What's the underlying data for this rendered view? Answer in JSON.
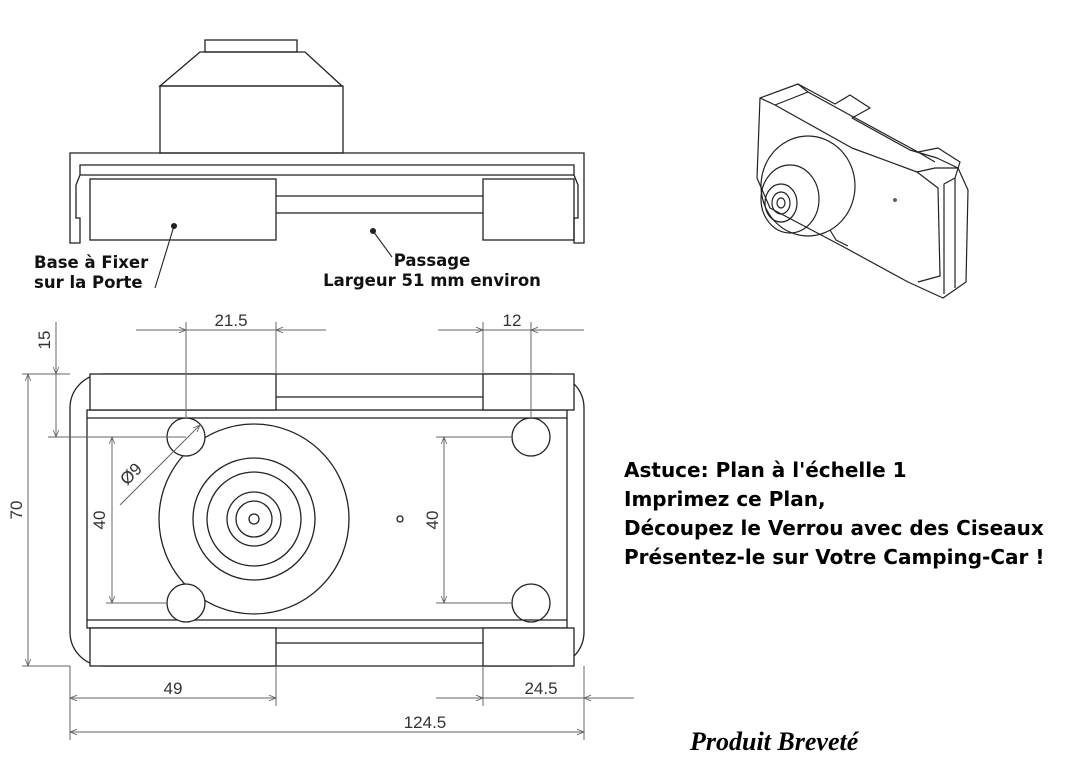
{
  "annotations": {
    "base_line1": "Base à Fixer",
    "base_line2": "sur la Porte",
    "passage_line1": "Passage",
    "passage_line2": "Largeur 51 mm environ"
  },
  "dimensions": {
    "d15": "15",
    "d21_5": "21.5",
    "d12": "12",
    "d70": "70",
    "d40_left": "40",
    "d40_right": "40",
    "d_phi9": "Ø9",
    "d49": "49",
    "d24_5": "24.5",
    "d124_5": "124.5"
  },
  "tip": {
    "line1": "Astuce: Plan à l'échelle 1",
    "line2": "Imprimez ce Plan,",
    "line3": "Découpez le Verrou avec des Ciseaux",
    "line4": "Présentez-le sur Votre Camping-Car !"
  },
  "footer": {
    "patent": "Produit Breveté"
  },
  "colors": {
    "line": "#222222",
    "dimension": "#555555",
    "text": "#000000"
  }
}
